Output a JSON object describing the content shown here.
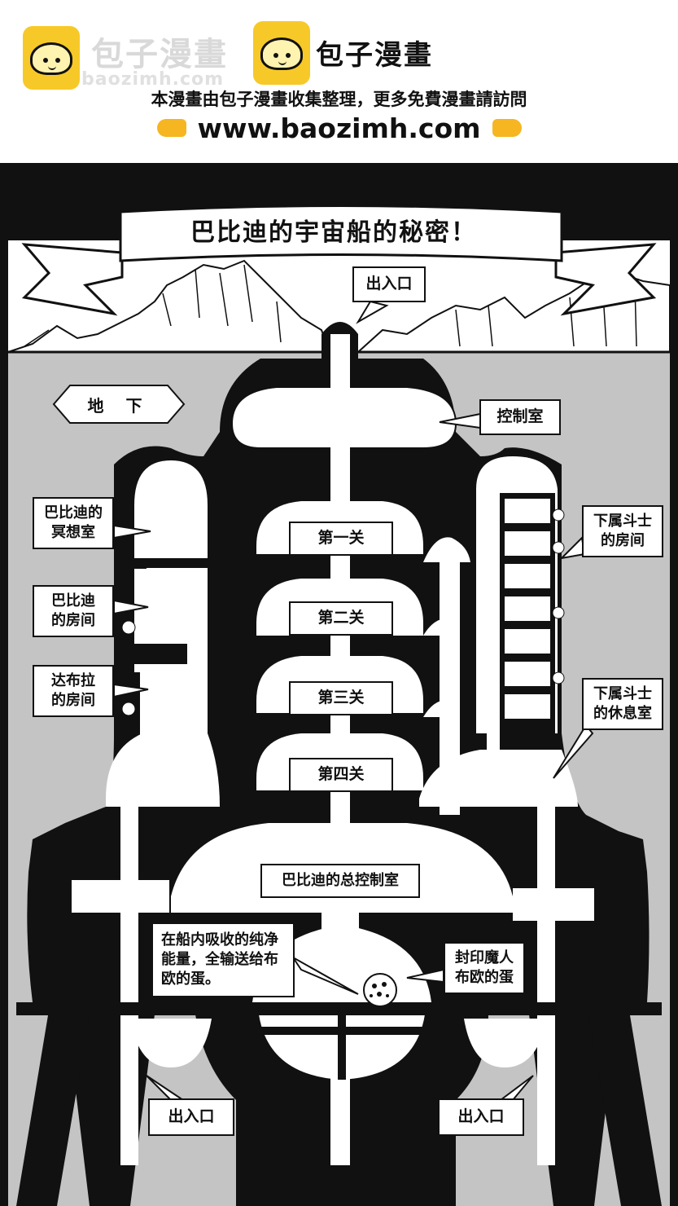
{
  "header": {
    "brand_name": "包子漫畫",
    "brand_name_faded": "包子漫畫",
    "brand_url_faded": "baozimh.com",
    "notice": "本漫畫由包子漫畫收集整理，更多免費漫畫請訪問",
    "url": "www.baozimh.com",
    "icons": [
      "baozi-logo-icon",
      "pointing-right-hand-icon",
      "pointing-left-hand-icon"
    ]
  },
  "comic": {
    "title": "巴比迪的宇宙船的秘密！",
    "underground_label": "地 下",
    "labels": {
      "entrance_top": "出入口",
      "control_room": "控制室",
      "meditation_room": "巴比迪的冥想室",
      "babidi_room": "巴比迪的房间",
      "dabura_room": "达布拉的房间",
      "level1": "第一关",
      "level2": "第二关",
      "level3": "第三关",
      "level4": "第四关",
      "warrior_rooms": "下属斗士的房间",
      "warrior_lounge": "下属斗士的休息室",
      "main_control_room": "巴比迪的总控制室",
      "energy_note": "在船内吸收的纯净能量，全输送给布欧的蛋。",
      "sealed_egg": "封印魔人布欧的蛋",
      "entrance_left": "出入口",
      "entrance_right": "出入口"
    }
  }
}
